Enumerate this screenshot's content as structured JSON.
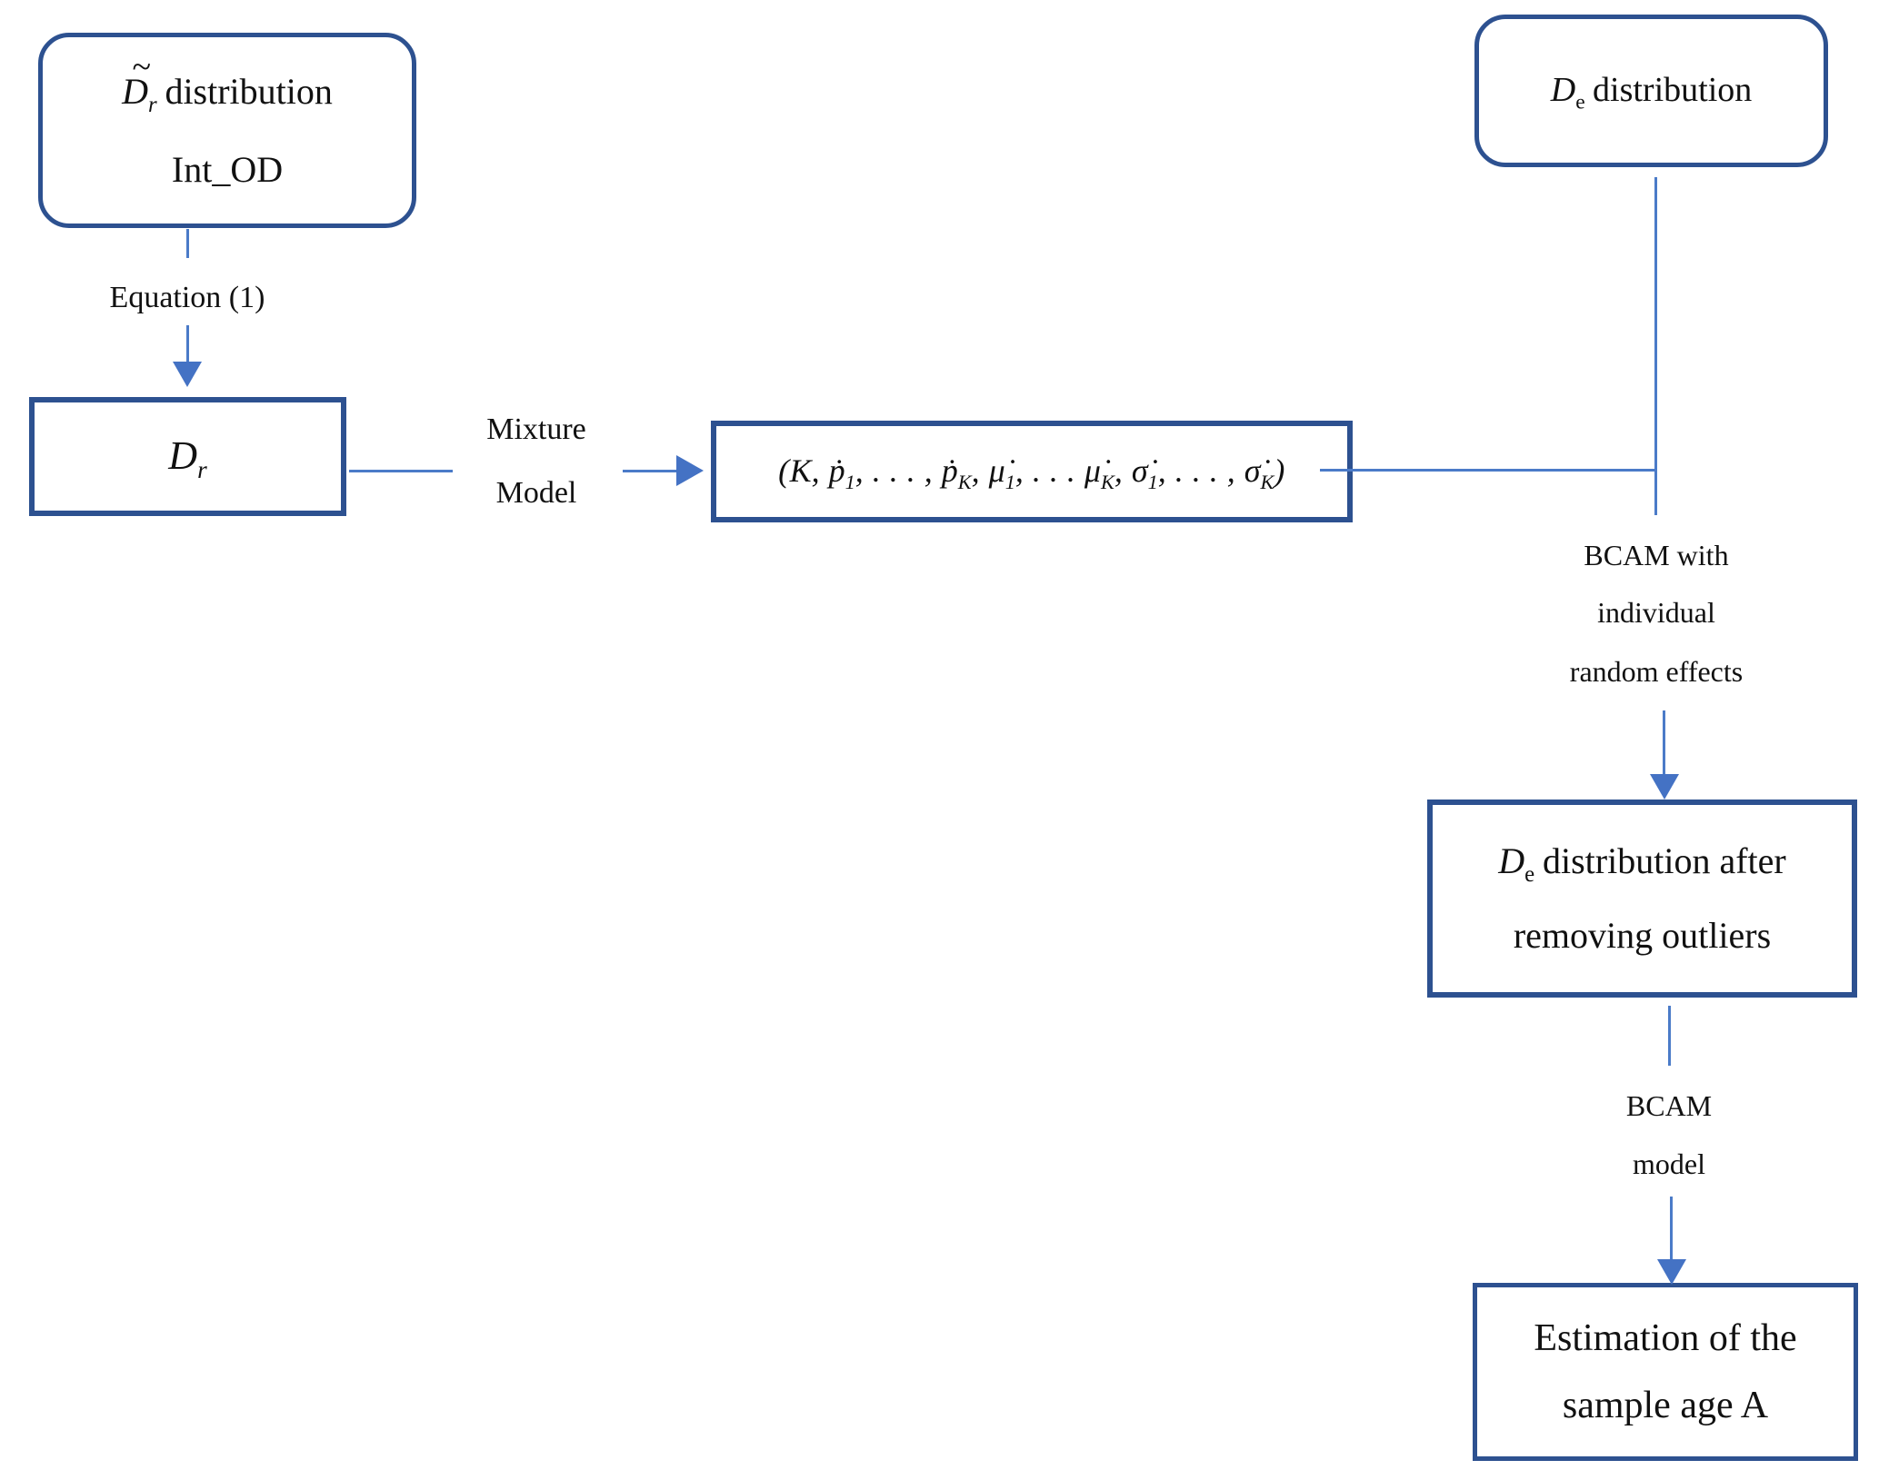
{
  "colors": {
    "box_border": "#2d5190",
    "connector_line": "#4b7bc8",
    "arrowhead": "#4472c4",
    "text": "#111111",
    "background": "#ffffff"
  },
  "nodes": {
    "int_od_box": {
      "title_base": "D",
      "title_tilde": "~",
      "title_sub": "r",
      "title_rest": "distribution",
      "line2": "Int_OD"
    },
    "dr_box": {
      "base": "D",
      "sub": "r"
    },
    "params_box": {
      "segments": [
        [
          "t",
          "("
        ],
        [
          "v",
          "K"
        ],
        [
          "t",
          ", "
        ],
        [
          "v",
          "ṗ"
        ],
        [
          "sub",
          "1"
        ],
        [
          "t",
          ", . . . , "
        ],
        [
          "v",
          "ṗ"
        ],
        [
          "sub",
          "K"
        ],
        [
          "t",
          ", "
        ],
        [
          "v",
          "μ̇"
        ],
        [
          "sub",
          "1"
        ],
        [
          "t",
          ", . . . "
        ],
        [
          "v",
          "μ̇"
        ],
        [
          "sub",
          "K"
        ],
        [
          "t",
          ", "
        ],
        [
          "v",
          "σ̇"
        ],
        [
          "sub",
          "1"
        ],
        [
          "t",
          ", . . . , "
        ],
        [
          "v",
          "σ̇"
        ],
        [
          "sub",
          "K"
        ],
        [
          "t",
          ")"
        ]
      ]
    },
    "de_box": {
      "base": "D",
      "sub": "e",
      "rest": "distribution"
    },
    "de_clean_box": {
      "line1_base": "D",
      "line1_sub": "e",
      "line1_rest": "distribution after",
      "line2": "removing outliers"
    },
    "estimate_box": {
      "line1": "Estimation of the",
      "line2": "sample age A"
    }
  },
  "edge_labels": {
    "equation": "Equation (1)",
    "mixture_line1": "Mixture",
    "mixture_line2": "Model",
    "bcam_re_line1": "BCAM with",
    "bcam_re_line2": "individual",
    "bcam_re_line3": "random effects",
    "bcam_model_line1": "BCAM",
    "bcam_model_line2": "model"
  }
}
